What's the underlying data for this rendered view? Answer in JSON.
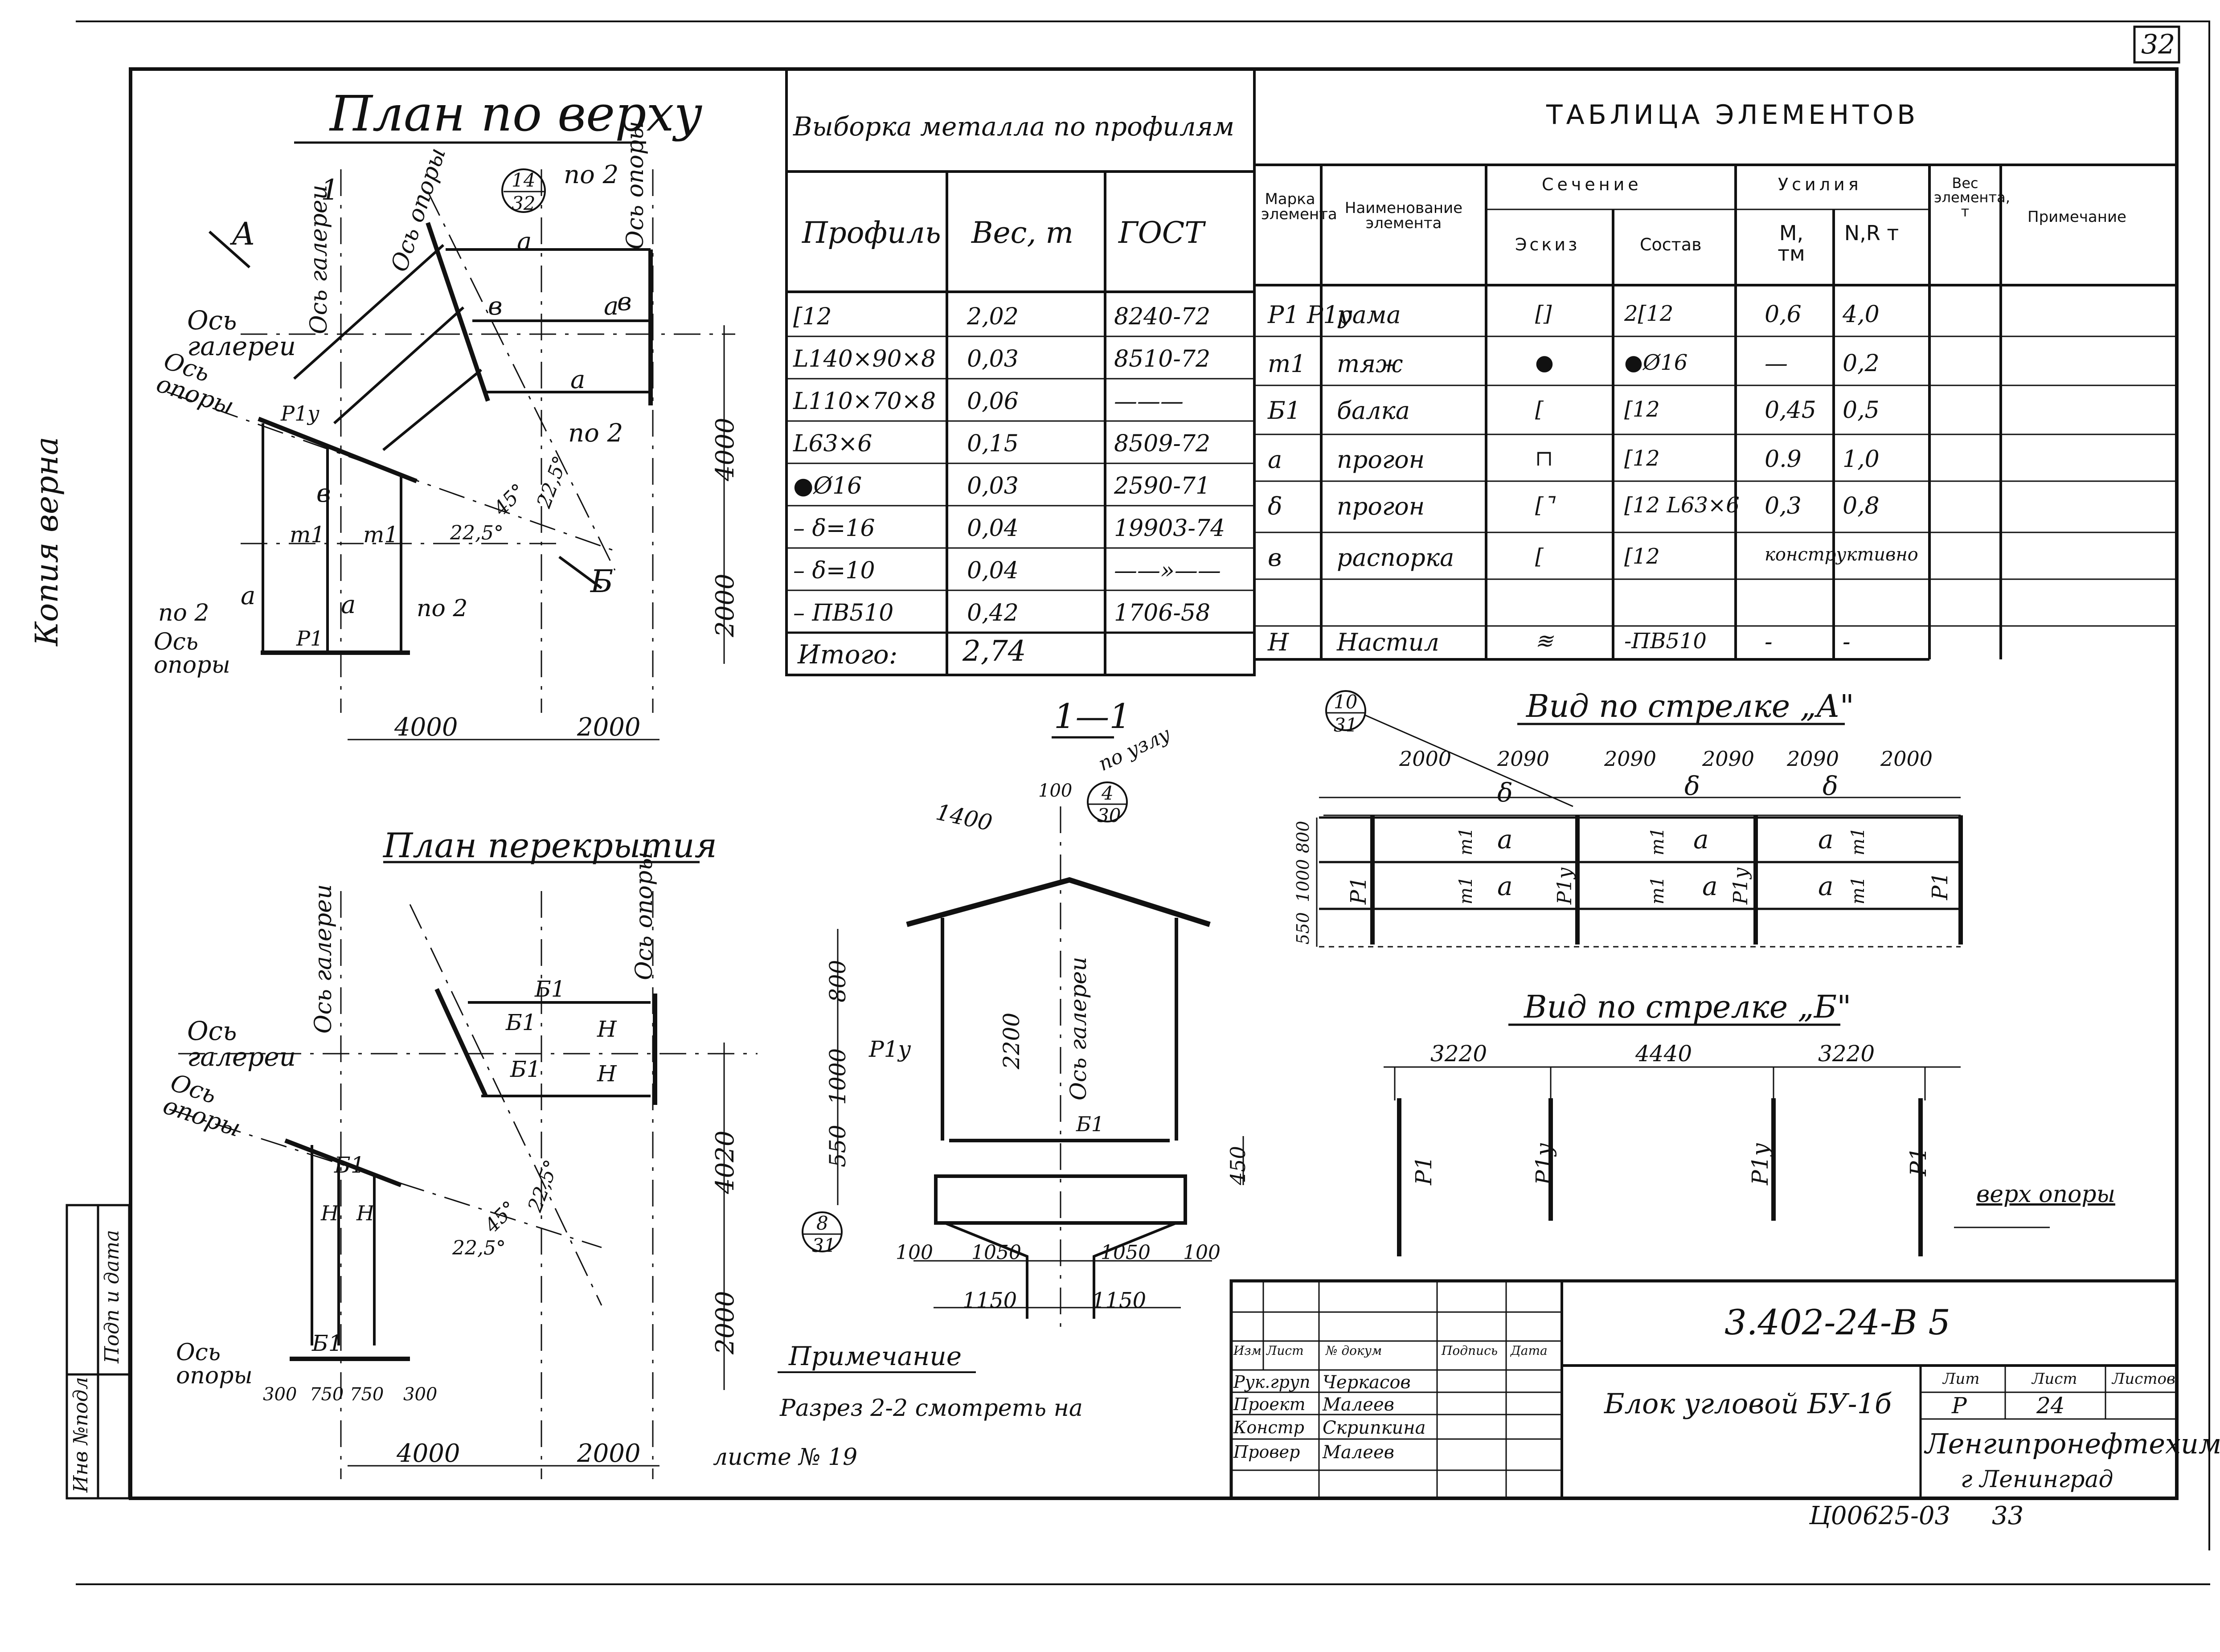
{
  "sheet_number": "32",
  "bottom_code": "Ц00625-03",
  "bottom_number": "33",
  "side_label": "Копия верна",
  "left_stamp": {
    "col1": "Инв №подл",
    "col2": "Подп и дата"
  },
  "plan_top": {
    "title": "План по верху",
    "arrow_a": "А",
    "arrow_b": "Б",
    "axis_gallery": "Ось галереи",
    "axis_support": "Ось опоры",
    "axis_gallery_v": "Ось галереи",
    "axis_support_v1": "Ось опоры",
    "axis_support_v2": "Ось опоры",
    "section_mark": "1",
    "node_ref": {
      "num": "14",
      "den": "32"
    },
    "po2": "по 2",
    "dims": {
      "h1": "4000",
      "h2": "2000",
      "v1": "4000",
      "v2": "2000"
    },
    "angles": {
      "a1": "45°",
      "a2": "22,5°",
      "a3": "22,5°"
    },
    "marks": {
      "m1": "m1",
      "a": "a",
      "b": "в",
      "p1": "P1",
      "p1y": "P1у"
    }
  },
  "plan_floor": {
    "title": "План перекрытия",
    "axis_gallery": "Ось галереи",
    "axis_support": "Ось опоры",
    "axis_support_bottom": "Ось опоры",
    "b1": "Б1",
    "n": "Н",
    "dims": {
      "h1": "4000",
      "h2": "2000",
      "v1": "4020",
      "v2": "2000",
      "s1": "300",
      "s2": "750",
      "s3": "750",
      "s4": "300"
    },
    "angles": {
      "a1": "45°",
      "a2": "22,5°",
      "a3": "22,5°"
    }
  },
  "metal_table": {
    "title": "Выборка металла по профилям",
    "headers": [
      "Профиль",
      "Вес, т",
      "ГОСТ"
    ],
    "rows": [
      [
        "[12",
        "2,02",
        "8240-72"
      ],
      [
        "L140×90×8",
        "0,03",
        "8510-72"
      ],
      [
        "L110×70×8",
        "0,06",
        "———"
      ],
      [
        "L63×6",
        "0,15",
        "8509-72"
      ],
      [
        "●Ø16",
        "0,03",
        "2590-71"
      ],
      [
        "– δ=16",
        "0,04",
        "19903-74"
      ],
      [
        "– δ=10",
        "0,04",
        "——»——"
      ],
      [
        "– ПВ510",
        "0,42",
        "1706-58"
      ]
    ],
    "total_label": "Итого:",
    "total_value": "2,74"
  },
  "elements_table": {
    "title": "ТАБЛИЦА ЭЛЕМЕНТОВ",
    "h_mark": "Марка элемента",
    "h_name": "Наименование элемента",
    "h_section": "Сечение",
    "h_sketch": "Эскиз",
    "h_comp": "Состав",
    "h_forces": "Усилия",
    "h_m": "M, тм",
    "h_nr": "N,R т",
    "h_weight": "Вес элемента, т",
    "h_note": "Примечание",
    "rows": [
      {
        "mark": "P1 P1у",
        "name": "рама",
        "sketch": "[]",
        "comp": "2[12",
        "m": "0,6",
        "nr": "4,0"
      },
      {
        "mark": "m1",
        "name": "тяж",
        "sketch": "●",
        "comp": "●Ø16",
        "m": "—",
        "nr": "0,2"
      },
      {
        "mark": "Б1",
        "name": "балка",
        "sketch": "[",
        "comp": "[12",
        "m": "0,45",
        "nr": "0,5"
      },
      {
        "mark": "а",
        "name": "прогон",
        "sketch": "⊓",
        "comp": "[12",
        "m": "0.9",
        "nr": "1,0"
      },
      {
        "mark": "δ",
        "name": "прогон",
        "sketch": "[⌝",
        "comp": "[12 L63×6",
        "m": "0,3",
        "nr": "0,8"
      },
      {
        "mark": "в",
        "name": "распорка",
        "sketch": "[",
        "comp": "[12",
        "m": "конструктивно",
        "nr": ""
      },
      {
        "mark": "Н",
        "name": "Настил",
        "sketch": "≋",
        "comp": "-ПВ510",
        "m": "-",
        "nr": "-"
      }
    ]
  },
  "section_1_1": {
    "title": "1—1",
    "po_uzlu": "по узлу",
    "node_ref": {
      "num": "4",
      "den": "30"
    },
    "node_ref2": {
      "num": "8",
      "den": "31"
    },
    "axis": "Ось галереи",
    "p1y": "P1у",
    "b1": "Б1",
    "dims": {
      "d1400": "1400",
      "d100": "100",
      "d800": "800",
      "d1000": "1000",
      "d550": "550",
      "d2200": "2200",
      "d450": "450",
      "b100a": "100",
      "b1050a": "1050",
      "b1050b": "1050",
      "b100b": "100",
      "b1150a": "1150",
      "b1150b": "1150"
    }
  },
  "view_a": {
    "title": "Вид по стрелке „А\"",
    "node_ref": {
      "num": "10",
      "den": "31"
    },
    "dims": [
      "2000",
      "2090",
      "2090",
      "2090",
      "2090",
      "2000"
    ],
    "vdims": [
      "800",
      "1000",
      "550"
    ],
    "labels": {
      "delta": "δ",
      "a": "a",
      "m1": "m1",
      "p1": "P1",
      "p1y": "P1у"
    }
  },
  "view_b": {
    "title": "Вид по стрелке „Б\"",
    "dims": [
      "3220",
      "4440",
      "3220"
    ],
    "labels": [
      "P1",
      "P1у",
      "P1у",
      "P1"
    ],
    "top_of_support": "верх опоры"
  },
  "note": {
    "title": "Примечание",
    "line1": "Разрез 2-2 смотреть на",
    "line2": "листе № 19"
  },
  "title_block": {
    "doc_code": "3.402-24-В 5",
    "header": [
      "Изм",
      "Лист",
      "№ докум",
      "Подпись",
      "Дата"
    ],
    "roles": [
      {
        "role": "Рук.груп",
        "name": "Черкасов"
      },
      {
        "role": "Проект",
        "name": "Малеев"
      },
      {
        "role": "Констр",
        "name": "Скрипкина"
      },
      {
        "role": "Провер",
        "name": "Малеев"
      }
    ],
    "title": "Блок угловой БУ-1б",
    "lit_label": "Лит",
    "sheet_label": "Лист",
    "sheets_label": "Листов",
    "lit": "Р",
    "sheet": "24",
    "sheets": "",
    "org": "Ленгипронефтехим",
    "city": "г Ленинград"
  }
}
